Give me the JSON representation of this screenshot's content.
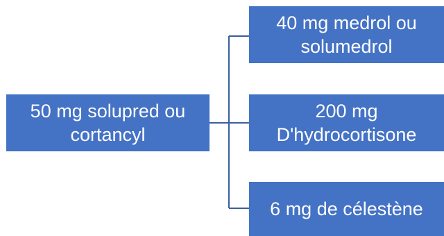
{
  "source": {
    "line1": "50 mg solupred ou",
    "line2": "cortancyl"
  },
  "targets": [
    {
      "line1": "40 mg medrol ou",
      "line2": "solumedrol"
    },
    {
      "line1": "200 mg",
      "line2": "D'hydrocortisone"
    },
    {
      "line1": "6 mg de célestène"
    }
  ],
  "colors": {
    "box_fill": "#4472c4",
    "text": "#ffffff",
    "connector": "#3a5f9e"
  }
}
